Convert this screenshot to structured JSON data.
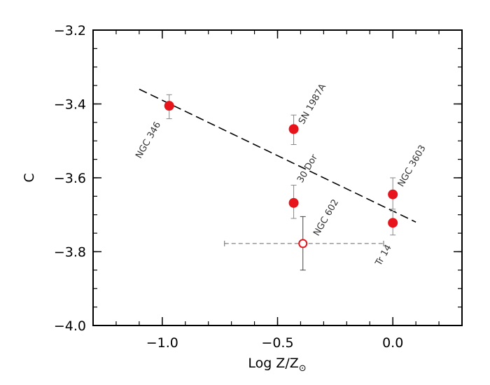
{
  "chart_data": {
    "type": "scatter",
    "xlabel": "Log Z/Z",
    "xlabel_symbol": "⊙",
    "ylabel": "C",
    "xlim": [
      -1.3,
      0.3
    ],
    "ylim": [
      -4.0,
      -3.2
    ],
    "x_ticks": [
      -1.0,
      -0.5,
      0.0
    ],
    "x_tick_labels": [
      "−1.0",
      "−0.5",
      "0.0"
    ],
    "y_ticks": [
      -4.0,
      -3.8,
      -3.6,
      -3.4,
      -3.2
    ],
    "y_tick_labels": [
      "−4.0",
      "−3.8",
      "−3.6",
      "−3.4",
      "−3.2"
    ],
    "colors": {
      "points": "#e8141b",
      "axis": "#000000",
      "fit": "#000000",
      "errorbar": "#888888",
      "label": "#333333"
    },
    "fit_line": {
      "style": "dashed",
      "x": [
        -1.1,
        0.1
      ],
      "y": [
        -3.36,
        -3.72
      ]
    },
    "points": [
      {
        "x": -0.97,
        "y": -3.405,
        "y_err": [
          -3.44,
          -3.375
        ],
        "filled": true,
        "label": "NGC 346"
      },
      {
        "x": -0.43,
        "y": -3.468,
        "y_err": [
          -3.51,
          -3.43
        ],
        "filled": true,
        "label": "SN 1987A"
      },
      {
        "x": -0.43,
        "y": -3.668,
        "y_err": [
          -3.71,
          -3.62
        ],
        "filled": true,
        "label": "30 Dor"
      },
      {
        "x": 0.0,
        "y": -3.645,
        "y_err": [
          -3.685,
          -3.6
        ],
        "filled": true,
        "label": "NGC 3603"
      },
      {
        "x": 0.0,
        "y": -3.722,
        "y_err": [
          -3.755,
          -3.69
        ],
        "filled": true,
        "label": "Tr 14"
      },
      {
        "x": -0.39,
        "y": -3.778,
        "y_err": [
          -3.85,
          -3.705
        ],
        "x_err": [
          -0.73,
          -0.04
        ],
        "filled": false,
        "label": "NGC 602"
      }
    ]
  }
}
